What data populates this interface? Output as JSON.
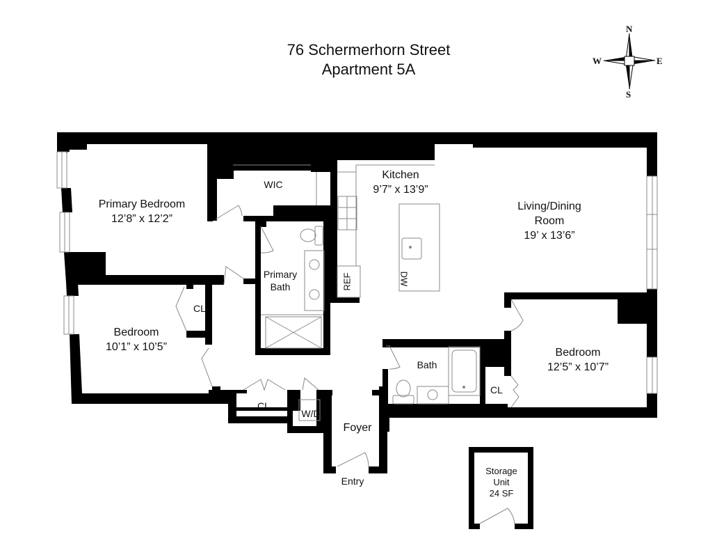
{
  "header": {
    "address": "76 Schermerhorn Street",
    "unit": "Apartment 5A"
  },
  "compass": {
    "n": "N",
    "s": "S",
    "e": "E",
    "w": "W"
  },
  "rooms": {
    "primary_bedroom": {
      "name": "Primary Bedroom",
      "dims": "12’8” x 12’2”"
    },
    "wic": {
      "name": "WIC"
    },
    "kitchen": {
      "name": "Kitchen",
      "dims": "9’7” x 13’9”"
    },
    "living_dining": {
      "name_line1": "Living/Dining",
      "name_line2": "Room",
      "dims": "19’ x 13’6”"
    },
    "primary_bath": {
      "name_line1": "Primary",
      "name_line2": "Bath"
    },
    "bedroom_west": {
      "name": "Bedroom",
      "dims": "10’1” x 10’5”"
    },
    "bedroom_west_closet": {
      "name": "CL"
    },
    "hall_closet": {
      "name": "CL"
    },
    "washer_dryer": {
      "name": "W/D"
    },
    "foyer": {
      "name": "Foyer"
    },
    "entry": {
      "name": "Entry"
    },
    "bath": {
      "name": "Bath"
    },
    "bedroom_east": {
      "name": "Bedroom",
      "dims": "12’5” x 10’7”"
    },
    "bedroom_east_closet": {
      "name": "CL"
    },
    "storage": {
      "line1": "Storage",
      "line2": "Unit",
      "line3": "24 SF"
    }
  },
  "fixtures": {
    "refrigerator": "REF",
    "dishwasher": "DW"
  },
  "colors": {
    "wall": "#000000",
    "fixture": "#888888",
    "background": "#ffffff"
  }
}
